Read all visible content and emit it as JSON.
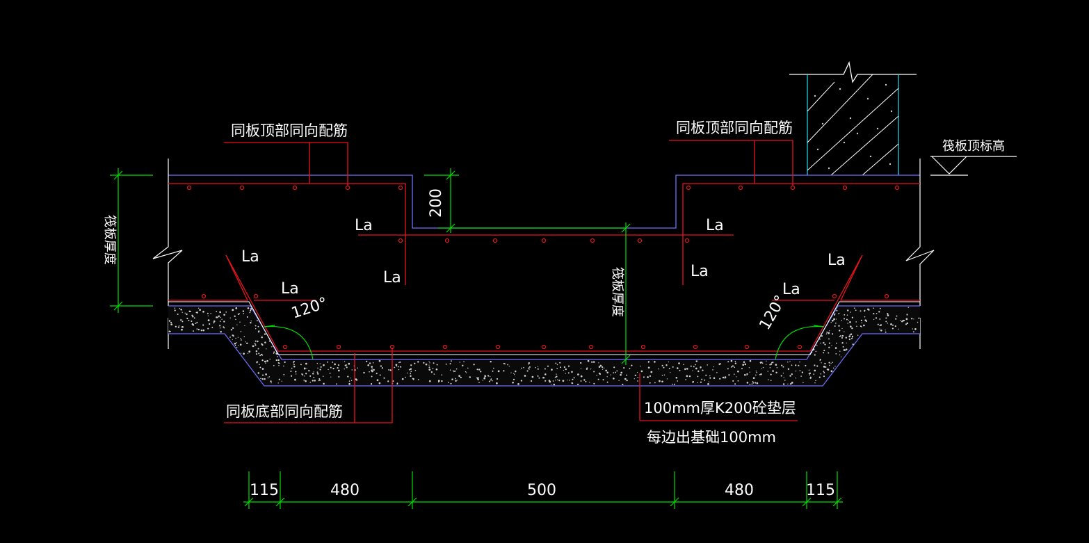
{
  "labels": {
    "top_rebar_left": "同板顶部同向配筋",
    "top_rebar_right": "同板顶部同向配筋",
    "bottom_rebar": "同板底部同向配筋",
    "top_elevation": "筏板顶标高",
    "slab_thickness_left": "筏板厚度",
    "slab_thickness_mid": "筏板厚度",
    "cushion_line1": "100mm厚K200砼垫层",
    "cushion_line2": "每边出基础100mm",
    "step_depth": "200",
    "angle_left": "120°",
    "angle_right": "120°",
    "la": "La"
  },
  "dimensions": [
    "115",
    "480",
    "500",
    "480",
    "115"
  ],
  "colors": {
    "background": "#000000",
    "rebar": "#e8141e",
    "outline": "#6f6fff",
    "dimension": "#00e000",
    "text": "#ffffff",
    "wall_edge": "#20d0e0",
    "structure": "#ffffff"
  }
}
